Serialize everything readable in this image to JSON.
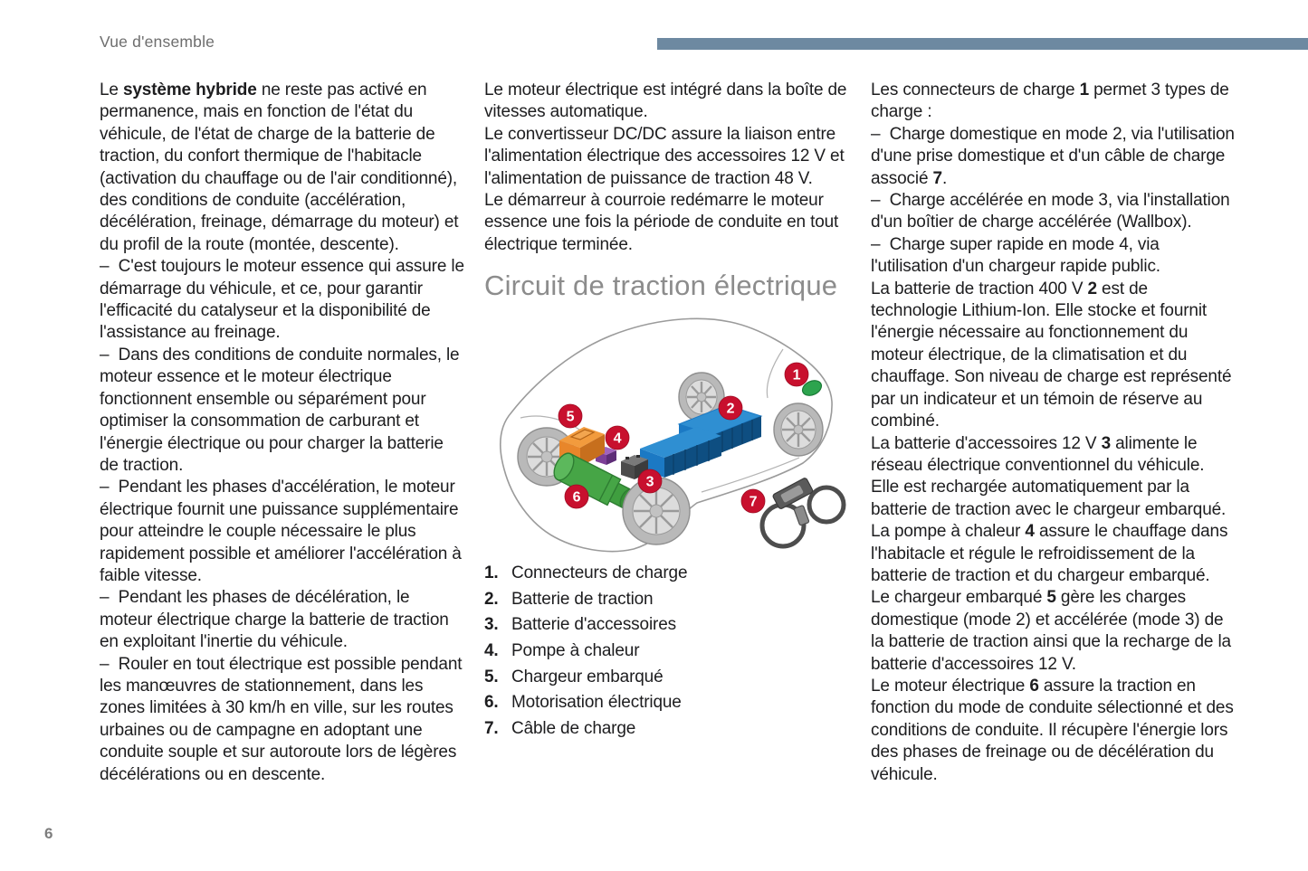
{
  "page": {
    "header": "Vue d'ensemble",
    "page_number": "6",
    "accent_bar_color": "#6d89a1"
  },
  "col1": {
    "paragraphs": [
      {
        "segments": [
          {
            "t": "Le "
          },
          {
            "t": "système hybride",
            "b": true
          },
          {
            "t": " ne reste pas activé en permanence, mais en fonction de l'état du véhicule, de l'état de charge de la batterie de traction, du confort thermique de l'habitacle (activation du chauffage ou de l'air conditionné), des conditions de conduite (accélération, décélération, freinage, démarrage du moteur) et du profil de la route (montée, descente)."
          }
        ]
      },
      {
        "segments": [
          {
            "t": "–  C'est toujours le moteur essence qui assure le démarrage du véhicule, et ce, pour garantir l'efficacité du catalyseur et la disponibilité de l'assistance au freinage."
          }
        ]
      },
      {
        "segments": [
          {
            "t": "–  Dans des conditions de conduite normales, le moteur essence et le moteur électrique fonctionnent ensemble ou séparément pour optimiser la consommation de carburant et l'énergie électrique ou pour charger la batterie de traction."
          }
        ]
      },
      {
        "segments": [
          {
            "t": "–  Pendant les phases d'accélération, le moteur électrique fournit une puissance supplémentaire pour atteindre le couple nécessaire le plus rapidement possible et améliorer l'accélération à faible vitesse."
          }
        ]
      },
      {
        "segments": [
          {
            "t": "–  Pendant les phases de décélération, le moteur électrique charge la batterie de traction en exploitant l'inertie du véhicule."
          }
        ]
      },
      {
        "segments": [
          {
            "t": "–  Rouler en tout électrique est possible pendant les manœuvres de stationnement, dans les zones limitées à 30 km/h en ville, sur les routes urbaines ou de campagne en adoptant une conduite souple et sur autoroute lors de légères décélérations ou en descente."
          }
        ]
      }
    ]
  },
  "col2": {
    "paragraphs": [
      {
        "segments": [
          {
            "t": "Le moteur électrique est intégré dans la boîte de vitesses automatique."
          }
        ]
      },
      {
        "segments": [
          {
            "t": "Le convertisseur DC/DC assure la liaison entre l'alimentation électrique des accessoires 12 V et l'alimentation de puissance de traction 48 V."
          }
        ]
      },
      {
        "segments": [
          {
            "t": "Le démarreur à courroie redémarre le moteur essence une fois la période de conduite en tout électrique terminée."
          }
        ]
      }
    ],
    "section_heading": "Circuit de traction électrique"
  },
  "legend": {
    "items": [
      {
        "num": "1.",
        "label": "Connecteurs de charge"
      },
      {
        "num": "2.",
        "label": "Batterie de traction"
      },
      {
        "num": "3.",
        "label": "Batterie d'accessoires"
      },
      {
        "num": "4.",
        "label": "Pompe à chaleur"
      },
      {
        "num": "5.",
        "label": "Chargeur embarqué"
      },
      {
        "num": "6.",
        "label": "Motorisation électrique"
      },
      {
        "num": "7.",
        "label": "Câble de charge"
      }
    ]
  },
  "diagram": {
    "badges": [
      {
        "num": "1"
      },
      {
        "num": "2"
      },
      {
        "num": "3"
      },
      {
        "num": "4"
      },
      {
        "num": "5"
      },
      {
        "num": "6"
      },
      {
        "num": "7"
      }
    ],
    "colors": {
      "badge": "#c8102e",
      "traction_battery": "#1b79c4",
      "accessory_battery": "#4c4c4c",
      "heat_pump": "#7d3f97",
      "onboard_charger": "#e8862a",
      "electric_motor": "#46a546",
      "charge_connector": "#2da44e"
    }
  },
  "col3": {
    "paragraphs": [
      {
        "segments": [
          {
            "t": "Les connecteurs de charge "
          },
          {
            "t": "1",
            "b": true
          },
          {
            "t": " permet 3 types de charge :"
          }
        ]
      },
      {
        "segments": [
          {
            "t": "–  Charge domestique en mode 2, via l'utilisation d'une prise domestique et d'un câble de charge associé "
          },
          {
            "t": "7",
            "b": true
          },
          {
            "t": "."
          }
        ]
      },
      {
        "segments": [
          {
            "t": "–  Charge accélérée en mode 3, via l'installation d'un boîtier de charge accélérée (Wallbox)."
          }
        ]
      },
      {
        "segments": [
          {
            "t": "–  Charge super rapide en mode 4, via l'utilisation d'un chargeur rapide public."
          }
        ]
      },
      {
        "segments": [
          {
            "t": "La batterie de traction 400 V "
          },
          {
            "t": "2",
            "b": true
          },
          {
            "t": " est de technologie Lithium-Ion. Elle stocke et fournit l'énergie nécessaire au fonctionnement du moteur électrique, de la climatisation et du chauffage. Son niveau de charge est représenté par un indicateur et un témoin de réserve au combiné."
          }
        ]
      },
      {
        "segments": [
          {
            "t": "La batterie d'accessoires 12 V "
          },
          {
            "t": "3",
            "b": true
          },
          {
            "t": " alimente le réseau électrique conventionnel du véhicule. Elle est rechargée automatiquement par la batterie de traction avec le chargeur embarqué."
          }
        ]
      },
      {
        "segments": [
          {
            "t": "La pompe à chaleur "
          },
          {
            "t": "4",
            "b": true
          },
          {
            "t": " assure le chauffage dans l'habitacle et régule le refroidissement de la batterie de traction et du chargeur embarqué."
          }
        ]
      },
      {
        "segments": [
          {
            "t": "Le chargeur embarqué "
          },
          {
            "t": "5",
            "b": true
          },
          {
            "t": " gère les charges domestique (mode 2) et accélérée (mode 3) de la batterie de traction ainsi que la recharge de la batterie d'accessoires 12 V."
          }
        ]
      },
      {
        "segments": [
          {
            "t": "Le moteur électrique "
          },
          {
            "t": "6",
            "b": true
          },
          {
            "t": " assure la traction en fonction du mode de conduite sélectionné et des conditions de conduite. Il récupère l'énergie lors des phases de freinage ou de décélération du véhicule."
          }
        ]
      }
    ]
  }
}
